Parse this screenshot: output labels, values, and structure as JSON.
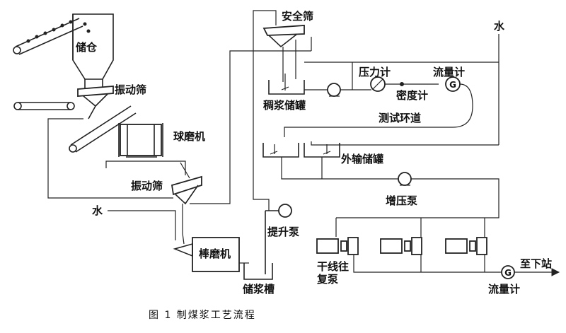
{
  "labels": {
    "storage_bin": "储仓",
    "vibrating_screen_1": "振动筛",
    "ball_mill": "球磨机",
    "vibrating_screen_2": "振动筛",
    "water_1": "水",
    "rod_mill": "棒磨机",
    "slurry_tank": "储浆槽",
    "lift_pump": "提升泵",
    "safety_screen": "安全筛",
    "thick_slurry_tank": "稠浆储罐",
    "pressure_gauge": "压力计",
    "flow_meter_1": "流量计",
    "density_meter": "密度计",
    "test_loop": "测试环道",
    "water_2": "水",
    "export_tank": "外输储罐",
    "booster_pump": "增压泵",
    "mainline_pump_1": "干线往",
    "mainline_pump_2": "复泵",
    "to_next_station": "至下站",
    "flow_meter_2": "流量计"
  },
  "caption": "图 1   制煤浆工艺流程"
}
